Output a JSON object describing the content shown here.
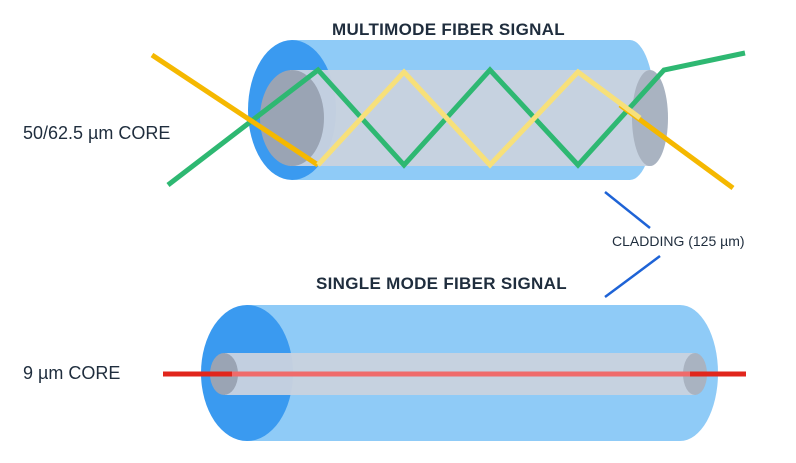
{
  "multimode": {
    "title": "MULTIMODE FIBER SIGNAL",
    "core_label": "50/62.5 µm CORE"
  },
  "singlemode": {
    "title": "SINGLE MODE FIBER SIGNAL",
    "core_label": "9 µm CORE"
  },
  "cladding_label": "CLADDING (125 µm)",
  "colors": {
    "cladding": "#8fcbf7",
    "cladding_face": "#3a9af0",
    "core": "#c9d2de",
    "core_end": "#a9b3c1",
    "ray_green": "#2eb872",
    "ray_yellow": "#f5b800",
    "ray_yellow_inner": "#f7e07a",
    "ray_red": "#e1261c",
    "pointer": "#1e63d6",
    "text": "#1f2d3d"
  }
}
